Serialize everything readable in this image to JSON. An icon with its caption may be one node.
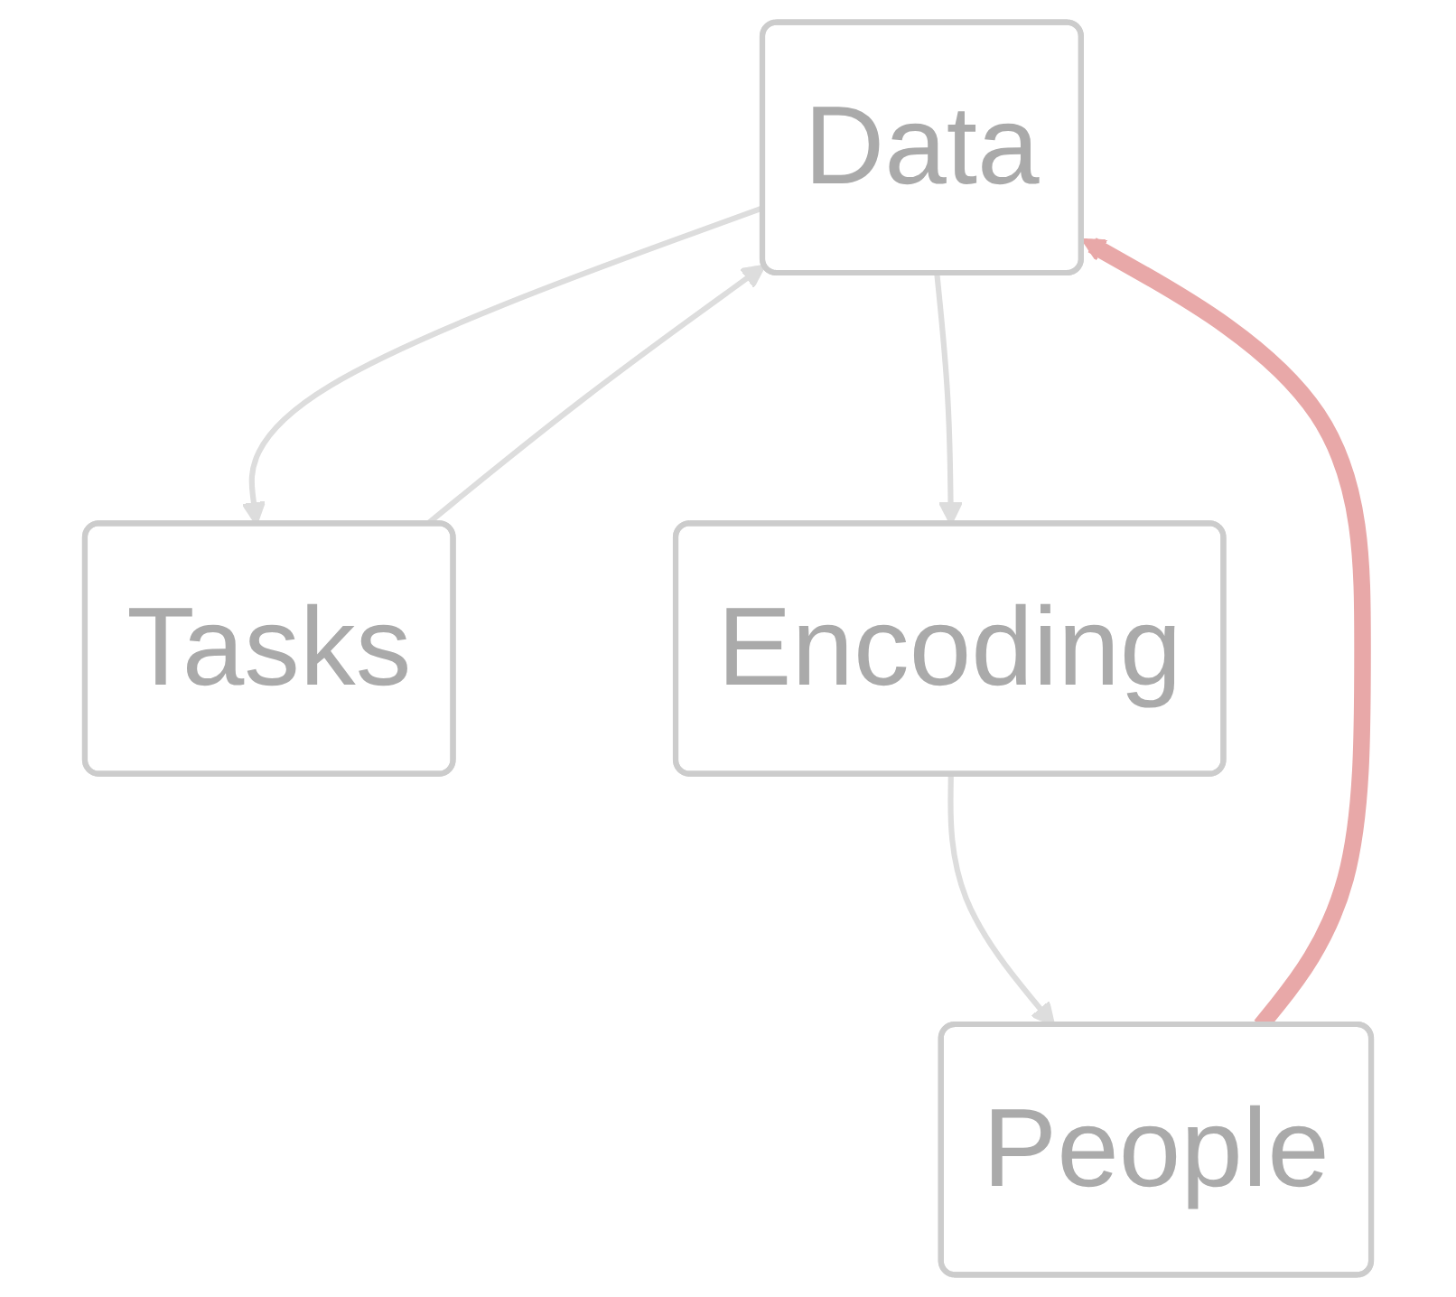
{
  "diagram": {
    "nodes": [
      {
        "text": [
          "Data"
        ]
      },
      {
        "text": [
          "People"
        ]
      },
      {
        "text": [
          "Tasks"
        ]
      },
      {
        "text": [
          "Encoding"
        ]
      }
    ],
    "edges": [
      {
        "from": 0,
        "to": 2,
        "arrow": "to"
      },
      {
        "from": 2,
        "to": 0,
        "arrow": "to"
      },
      {
        "from": 0,
        "to": 3,
        "arrow": "to"
      },
      {
        "from": 3,
        "to": 1,
        "arrow": "to"
      },
      {
        "from": 1,
        "to": 0,
        "arrow": "to",
        "style": "thick",
        "color": "#e8a8a8"
      }
    ]
  }
}
